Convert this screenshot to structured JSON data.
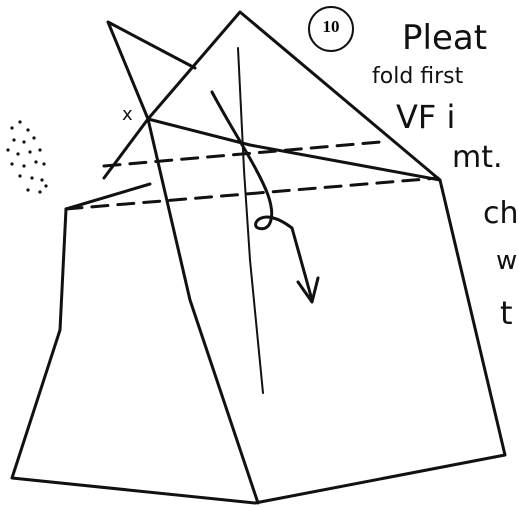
{
  "step": {
    "number": "10",
    "lines": [
      "Pleat",
      "fold first",
      "VF i",
      "mt.",
      "ch",
      "w",
      "t"
    ]
  },
  "marker": "x"
}
